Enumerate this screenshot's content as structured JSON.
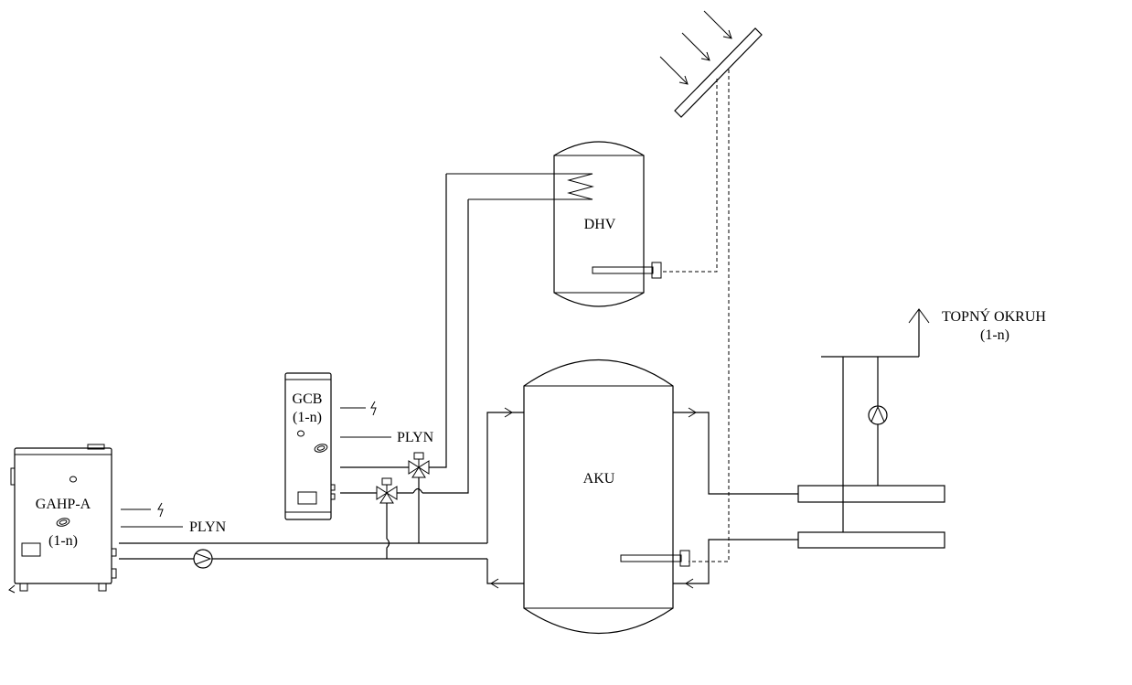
{
  "labels": {
    "gahp_name": "GAHP-A",
    "gahp_count": "(1-n)",
    "gahp_gas": "PLYN",
    "gcb_name": "GCB",
    "gcb_count": "(1-n)",
    "gcb_gas": "PLYN",
    "dhw_tank": "DHV",
    "buffer_tank": "AKU",
    "heating_circuit": "TOPNÝ OKRUH",
    "heating_circuit_count": "(1-n)"
  },
  "icons": {
    "electric_supply": "lightning-icon",
    "pump": "pump-icon",
    "three_way_valve": "three-way-valve-icon",
    "solar_collector": "solar-collector-icon",
    "temperature_sensor": "temperature-sensor-icon",
    "heat_exchanger_coil": "coil-icon"
  }
}
